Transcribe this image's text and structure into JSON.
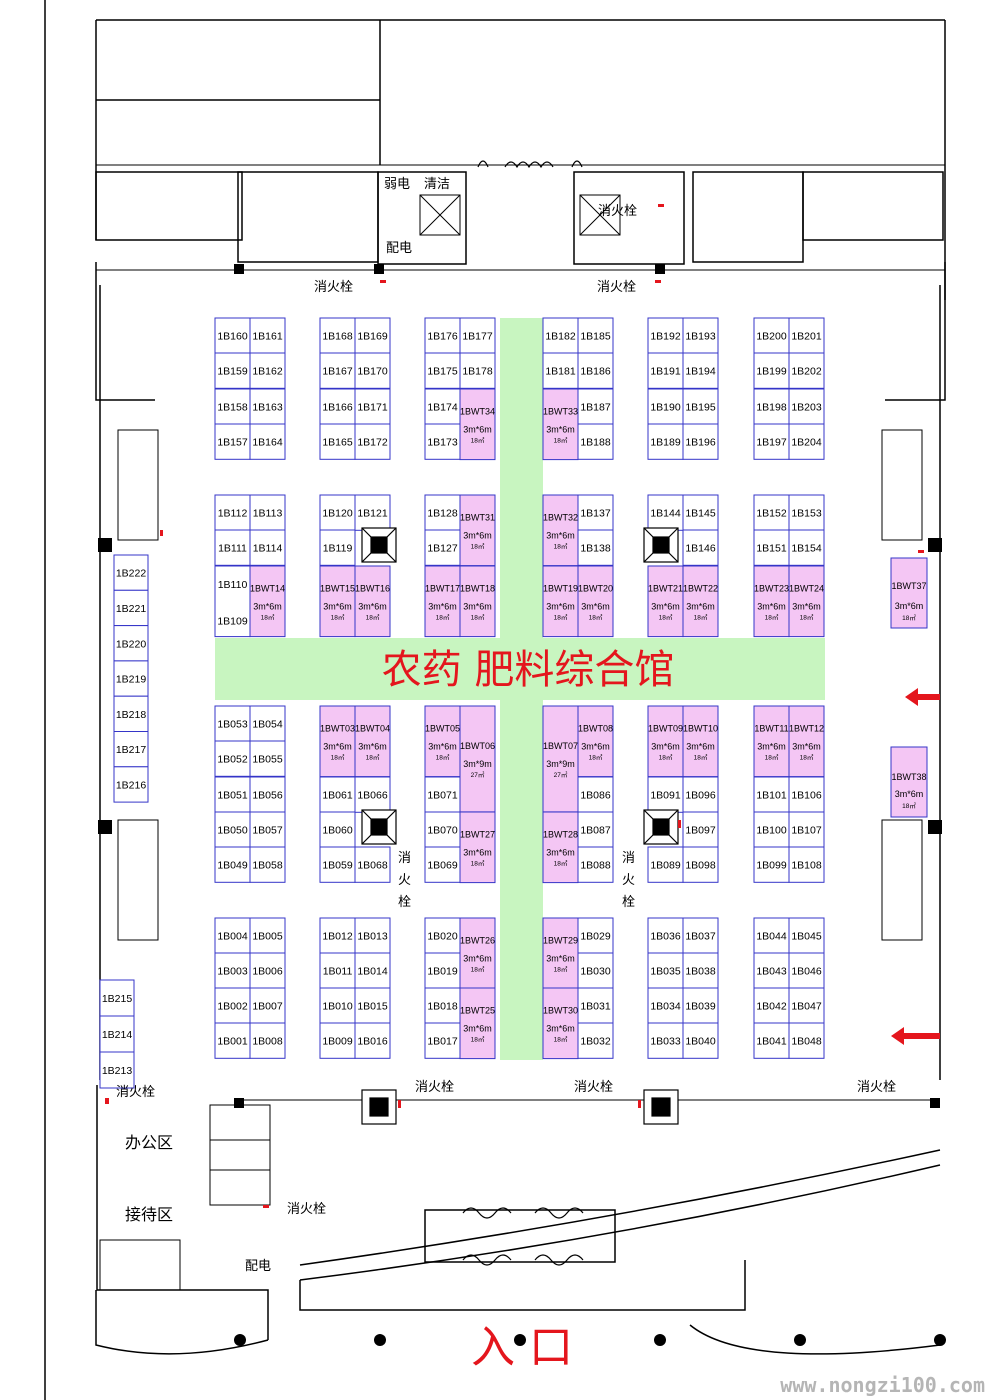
{
  "hall_title": "农药  肥料综合馆",
  "entrance_label": "入  口",
  "watermark": "www.nongzi100.com",
  "colors": {
    "booth_fill": "#ffffff",
    "booth_special_fill": "#f4c6f4",
    "booth_border": "#3535c8",
    "aisle": "#c8f5c0",
    "accent": "#e4161d"
  },
  "rooms": {
    "weak_power": "弱电",
    "cleaning": "清洁",
    "power_dist": "配电",
    "office": "办公区",
    "reception": "接待区",
    "power_dist_2": "配电"
  },
  "hydrant_label": "消火栓",
  "hydrant_vertical": [
    "消",
    "火",
    "栓"
  ],
  "booth_blocks": [
    {
      "block": "top-1",
      "rows": [
        [
          "1B160",
          "1B161"
        ],
        [
          "1B159",
          "1B162"
        ],
        [
          "1B158",
          "1B163"
        ],
        [
          "1B157",
          "1B164"
        ]
      ]
    },
    {
      "block": "top-2",
      "rows": [
        [
          "1B168",
          "1B169"
        ],
        [
          "1B167",
          "1B170"
        ],
        [
          "1B166",
          "1B171"
        ],
        [
          "1B165",
          "1B172"
        ]
      ]
    },
    {
      "block": "top-3",
      "rows": [
        [
          "1B176",
          "1B177"
        ],
        [
          "1B175",
          "1B178"
        ],
        [
          "1B174",
          "1BWT34"
        ],
        [
          "1B173",
          ""
        ]
      ]
    },
    {
      "block": "top-4",
      "rows": [
        [
          "1B182",
          "1B185"
        ],
        [
          "1B181",
          "1B186"
        ],
        [
          "1BWT33",
          "1B187"
        ],
        [
          "",
          "1B188"
        ]
      ]
    },
    {
      "block": "top-5",
      "rows": [
        [
          "1B192",
          "1B193"
        ],
        [
          "1B191",
          "1B194"
        ],
        [
          "1B190",
          "1B195"
        ],
        [
          "1B189",
          "1B196"
        ]
      ]
    },
    {
      "block": "top-6",
      "rows": [
        [
          "1B200",
          "1B201"
        ],
        [
          "1B199",
          "1B202"
        ],
        [
          "1B198",
          "1B203"
        ],
        [
          "1B197",
          "1B204"
        ]
      ]
    }
  ],
  "booths": [
    {
      "id": "1B160",
      "c": 0,
      "r": 0
    },
    {
      "id": "1B161",
      "c": 1,
      "r": 0
    },
    {
      "id": "1B159",
      "c": 0,
      "r": 1
    },
    {
      "id": "1B162",
      "c": 1,
      "r": 1
    },
    {
      "id": "1B158",
      "c": 0,
      "r": 2
    },
    {
      "id": "1B163",
      "c": 1,
      "r": 2
    },
    {
      "id": "1B157",
      "c": 0,
      "r": 3
    },
    {
      "id": "1B164",
      "c": 1,
      "r": 3
    },
    {
      "id": "1B168",
      "c": 2,
      "r": 0
    },
    {
      "id": "1B169",
      "c": 3,
      "r": 0
    },
    {
      "id": "1B167",
      "c": 2,
      "r": 1
    },
    {
      "id": "1B170",
      "c": 3,
      "r": 1
    },
    {
      "id": "1B166",
      "c": 2,
      "r": 2
    },
    {
      "id": "1B171",
      "c": 3,
      "r": 2
    },
    {
      "id": "1B165",
      "c": 2,
      "r": 3
    },
    {
      "id": "1B172",
      "c": 3,
      "r": 3
    },
    {
      "id": "1B176",
      "c": 4,
      "r": 0
    },
    {
      "id": "1B177",
      "c": 5,
      "r": 0
    },
    {
      "id": "1B175",
      "c": 4,
      "r": 1
    },
    {
      "id": "1B178",
      "c": 5,
      "r": 1
    },
    {
      "id": "1B174",
      "c": 4,
      "r": 2
    },
    {
      "id": "1B173",
      "c": 4,
      "r": 3
    },
    {
      "id": "1BWT34",
      "c": 5,
      "r": 2,
      "h": 2,
      "s": 1,
      "size": "3m*6m",
      "area": "18㎡"
    },
    {
      "id": "1B182",
      "c": 6,
      "r": 0
    },
    {
      "id": "1B185",
      "c": 7,
      "r": 0
    },
    {
      "id": "1B181",
      "c": 6,
      "r": 1
    },
    {
      "id": "1B186",
      "c": 7,
      "r": 1
    },
    {
      "id": "1BWT33",
      "c": 6,
      "r": 2,
      "h": 2,
      "s": 1,
      "size": "3m*6m",
      "area": "18㎡"
    },
    {
      "id": "1B187",
      "c": 7,
      "r": 2
    },
    {
      "id": "1B188",
      "c": 7,
      "r": 3
    },
    {
      "id": "1B192",
      "c": 8,
      "r": 0
    },
    {
      "id": "1B193",
      "c": 9,
      "r": 0
    },
    {
      "id": "1B191",
      "c": 8,
      "r": 1
    },
    {
      "id": "1B194",
      "c": 9,
      "r": 1
    },
    {
      "id": "1B190",
      "c": 8,
      "r": 2
    },
    {
      "id": "1B195",
      "c": 9,
      "r": 2
    },
    {
      "id": "1B189",
      "c": 8,
      "r": 3
    },
    {
      "id": "1B196",
      "c": 9,
      "r": 3
    },
    {
      "id": "1B200",
      "c": 10,
      "r": 0
    },
    {
      "id": "1B201",
      "c": 11,
      "r": 0
    },
    {
      "id": "1B199",
      "c": 10,
      "r": 1
    },
    {
      "id": "1B202",
      "c": 11,
      "r": 1
    },
    {
      "id": "1B198",
      "c": 10,
      "r": 2
    },
    {
      "id": "1B203",
      "c": 11,
      "r": 2
    },
    {
      "id": "1B197",
      "c": 10,
      "r": 3
    },
    {
      "id": "1B204",
      "c": 11,
      "r": 3
    },
    {
      "id": "1B112",
      "c": 0,
      "r": 4
    },
    {
      "id": "1B113",
      "c": 1,
      "r": 4
    },
    {
      "id": "1B111",
      "c": 0,
      "r": 5
    },
    {
      "id": "1B114",
      "c": 1,
      "r": 5
    },
    {
      "id": "1B110",
      "c": 0,
      "r": 6,
      "t": "top"
    },
    {
      "id": "1B109",
      "c": 0,
      "r": 6,
      "t": "bottom",
      "noBox": 1
    },
    {
      "id": "1BWT14",
      "c": 1,
      "r": 6,
      "h": 2,
      "s": 1,
      "size": "3m*6m",
      "area": "18㎡"
    },
    {
      "id": "1B120",
      "c": 2,
      "r": 4
    },
    {
      "id": "1B121",
      "c": 3,
      "r": 4
    },
    {
      "id": "1B119",
      "c": 2,
      "r": 5
    },
    {
      "id": "1BWT15",
      "c": 2,
      "r": 6,
      "h": 2,
      "s": 1,
      "size": "3m*6m",
      "area": "18㎡"
    },
    {
      "id": "1BWT16",
      "c": 3,
      "r": 6,
      "h": 2,
      "s": 1,
      "size": "3m*6m",
      "area": "18㎡"
    },
    {
      "id": "1B128",
      "c": 4,
      "r": 4
    },
    {
      "id": "1B127",
      "c": 4,
      "r": 5
    },
    {
      "id": "1BWT31",
      "c": 5,
      "r": 4,
      "h": 2,
      "s": 1,
      "size": "3m*6m",
      "area": "18㎡"
    },
    {
      "id": "1BWT17",
      "c": 4,
      "r": 6,
      "h": 2,
      "s": 1,
      "size": "3m*6m",
      "area": "18㎡"
    },
    {
      "id": "1BWT18",
      "c": 5,
      "r": 6,
      "h": 2,
      "s": 1,
      "size": "3m*6m",
      "area": "18㎡"
    },
    {
      "id": "1BWT32",
      "c": 6,
      "r": 4,
      "h": 2,
      "s": 1,
      "size": "3m*6m",
      "area": "18㎡"
    },
    {
      "id": "1B137",
      "c": 7,
      "r": 4
    },
    {
      "id": "1B138",
      "c": 7,
      "r": 5
    },
    {
      "id": "1BWT19",
      "c": 6,
      "r": 6,
      "h": 2,
      "s": 1,
      "size": "3m*6m",
      "area": "18㎡"
    },
    {
      "id": "1BWT20",
      "c": 7,
      "r": 6,
      "h": 2,
      "s": 1,
      "size": "3m*6m",
      "area": "18㎡"
    },
    {
      "id": "1B144",
      "c": 8,
      "r": 4
    },
    {
      "id": "1B145",
      "c": 9,
      "r": 4
    },
    {
      "id": "1B146",
      "c": 9,
      "r": 5
    },
    {
      "id": "1BWT21",
      "c": 8,
      "r": 6,
      "h": 2,
      "s": 1,
      "size": "3m*6m",
      "area": "18㎡"
    },
    {
      "id": "1BWT22",
      "c": 9,
      "r": 6,
      "h": 2,
      "s": 1,
      "size": "3m*6m",
      "area": "18㎡"
    },
    {
      "id": "1B152",
      "c": 10,
      "r": 4
    },
    {
      "id": "1B153",
      "c": 11,
      "r": 4
    },
    {
      "id": "1B151",
      "c": 10,
      "r": 5
    },
    {
      "id": "1B154",
      "c": 11,
      "r": 5
    },
    {
      "id": "1BWT23",
      "c": 10,
      "r": 6,
      "h": 2,
      "s": 1,
      "size": "3m*6m",
      "area": "18㎡"
    },
    {
      "id": "1BWT24",
      "c": 11,
      "r": 6,
      "h": 2,
      "s": 1,
      "size": "3m*6m",
      "area": "18㎡"
    },
    {
      "id": "1B053",
      "c": 0,
      "r": 8
    },
    {
      "id": "1B054",
      "c": 1,
      "r": 8
    },
    {
      "id": "1B052",
      "c": 0,
      "r": 9
    },
    {
      "id": "1B055",
      "c": 1,
      "r": 9
    },
    {
      "id": "1B051",
      "c": 0,
      "r": 10
    },
    {
      "id": "1B056",
      "c": 1,
      "r": 10
    },
    {
      "id": "1B050",
      "c": 0,
      "r": 11
    },
    {
      "id": "1B057",
      "c": 1,
      "r": 11
    },
    {
      "id": "1B049",
      "c": 0,
      "r": 12
    },
    {
      "id": "1B058",
      "c": 1,
      "r": 12
    },
    {
      "id": "1BWT03",
      "c": 2,
      "r": 8,
      "h": 2,
      "s": 1,
      "size": "3m*6m",
      "area": "18㎡"
    },
    {
      "id": "1BWT04",
      "c": 3,
      "r": 8,
      "h": 2,
      "s": 1,
      "size": "3m*6m",
      "area": "18㎡"
    },
    {
      "id": "1B061",
      "c": 2,
      "r": 10
    },
    {
      "id": "1B066",
      "c": 3,
      "r": 10
    },
    {
      "id": "1B060",
      "c": 2,
      "r": 11
    },
    {
      "id": "1B059",
      "c": 2,
      "r": 12
    },
    {
      "id": "1B068",
      "c": 3,
      "r": 12
    },
    {
      "id": "1BWT05",
      "c": 4,
      "r": 8,
      "h": 2,
      "s": 1,
      "size": "3m*6m",
      "area": "18㎡"
    },
    {
      "id": "1BWT06",
      "c": 5,
      "r": 8,
      "h": 3,
      "s": 1,
      "size": "3m*9m",
      "area": "27㎡"
    },
    {
      "id": "1B071",
      "c": 4,
      "r": 10
    },
    {
      "id": "1B070",
      "c": 4,
      "r": 11
    },
    {
      "id": "1B069",
      "c": 4,
      "r": 12
    },
    {
      "id": "1BWT27",
      "c": 5,
      "r": 11,
      "h": 2,
      "s": 1,
      "size": "3m*6m",
      "area": "18㎡"
    },
    {
      "id": "1BWT07",
      "c": 6,
      "r": 8,
      "h": 3,
      "s": 1,
      "size": "3m*9m",
      "area": "27㎡"
    },
    {
      "id": "1BWT08",
      "c": 7,
      "r": 8,
      "h": 2,
      "s": 1,
      "size": "3m*6m",
      "area": "18㎡"
    },
    {
      "id": "1B086",
      "c": 7,
      "r": 10
    },
    {
      "id": "1B087",
      "c": 7,
      "r": 11
    },
    {
      "id": "1B088",
      "c": 7,
      "r": 12
    },
    {
      "id": "1BWT28",
      "c": 6,
      "r": 11,
      "h": 2,
      "s": 1,
      "size": "3m*6m",
      "area": "18㎡"
    },
    {
      "id": "1BWT09",
      "c": 8,
      "r": 8,
      "h": 2,
      "s": 1,
      "size": "3m*6m",
      "area": "18㎡"
    },
    {
      "id": "1BWT10",
      "c": 9,
      "r": 8,
      "h": 2,
      "s": 1,
      "size": "3m*6m",
      "area": "18㎡"
    },
    {
      "id": "1B091",
      "c": 8,
      "r": 10
    },
    {
      "id": "1B096",
      "c": 9,
      "r": 10
    },
    {
      "id": "1B097",
      "c": 9,
      "r": 11
    },
    {
      "id": "1B089",
      "c": 8,
      "r": 12
    },
    {
      "id": "1B098",
      "c": 9,
      "r": 12
    },
    {
      "id": "1BWT11",
      "c": 10,
      "r": 8,
      "h": 2,
      "s": 1,
      "size": "3m*6m",
      "area": "18㎡"
    },
    {
      "id": "1BWT12",
      "c": 11,
      "r": 8,
      "h": 2,
      "s": 1,
      "size": "3m*6m",
      "area": "18㎡"
    },
    {
      "id": "1B101",
      "c": 10,
      "r": 10
    },
    {
      "id": "1B106",
      "c": 11,
      "r": 10
    },
    {
      "id": "1B100",
      "c": 10,
      "r": 11
    },
    {
      "id": "1B107",
      "c": 11,
      "r": 11
    },
    {
      "id": "1B099",
      "c": 10,
      "r": 12
    },
    {
      "id": "1B108",
      "c": 11,
      "r": 12
    },
    {
      "id": "1B004",
      "c": 0,
      "r": 13
    },
    {
      "id": "1B005",
      "c": 1,
      "r": 13
    },
    {
      "id": "1B003",
      "c": 0,
      "r": 14
    },
    {
      "id": "1B006",
      "c": 1,
      "r": 14
    },
    {
      "id": "1B002",
      "c": 0,
      "r": 15
    },
    {
      "id": "1B007",
      "c": 1,
      "r": 15
    },
    {
      "id": "1B001",
      "c": 0,
      "r": 16
    },
    {
      "id": "1B008",
      "c": 1,
      "r": 16
    },
    {
      "id": "1B012",
      "c": 2,
      "r": 13
    },
    {
      "id": "1B013",
      "c": 3,
      "r": 13
    },
    {
      "id": "1B011",
      "c": 2,
      "r": 14
    },
    {
      "id": "1B014",
      "c": 3,
      "r": 14
    },
    {
      "id": "1B010",
      "c": 2,
      "r": 15
    },
    {
      "id": "1B015",
      "c": 3,
      "r": 15
    },
    {
      "id": "1B009",
      "c": 2,
      "r": 16
    },
    {
      "id": "1B016",
      "c": 3,
      "r": 16
    },
    {
      "id": "1B020",
      "c": 4,
      "r": 13
    },
    {
      "id": "1B019",
      "c": 4,
      "r": 14
    },
    {
      "id": "1B018",
      "c": 4,
      "r": 15
    },
    {
      "id": "1B017",
      "c": 4,
      "r": 16
    },
    {
      "id": "1BWT26",
      "c": 5,
      "r": 13,
      "h": 2,
      "s": 1,
      "size": "3m*6m",
      "area": "18㎡"
    },
    {
      "id": "1BWT25",
      "c": 5,
      "r": 15,
      "h": 2,
      "s": 1,
      "size": "3m*6m",
      "area": "18㎡"
    },
    {
      "id": "1BWT29",
      "c": 6,
      "r": 13,
      "h": 2,
      "s": 1,
      "size": "3m*6m",
      "area": "18㎡"
    },
    {
      "id": "1BWT30",
      "c": 6,
      "r": 15,
      "h": 2,
      "s": 1,
      "size": "3m*6m",
      "area": "18㎡"
    },
    {
      "id": "1B029",
      "c": 7,
      "r": 13
    },
    {
      "id": "1B030",
      "c": 7,
      "r": 14
    },
    {
      "id": "1B031",
      "c": 7,
      "r": 15
    },
    {
      "id": "1B032",
      "c": 7,
      "r": 16
    },
    {
      "id": "1B036",
      "c": 8,
      "r": 13
    },
    {
      "id": "1B037",
      "c": 9,
      "r": 13
    },
    {
      "id": "1B035",
      "c": 8,
      "r": 14
    },
    {
      "id": "1B038",
      "c": 9,
      "r": 14
    },
    {
      "id": "1B034",
      "c": 8,
      "r": 15
    },
    {
      "id": "1B039",
      "c": 9,
      "r": 15
    },
    {
      "id": "1B033",
      "c": 8,
      "r": 16
    },
    {
      "id": "1B040",
      "c": 9,
      "r": 16
    },
    {
      "id": "1B044",
      "c": 10,
      "r": 13
    },
    {
      "id": "1B045",
      "c": 11,
      "r": 13
    },
    {
      "id": "1B043",
      "c": 10,
      "r": 14
    },
    {
      "id": "1B046",
      "c": 11,
      "r": 14
    },
    {
      "id": "1B042",
      "c": 10,
      "r": 15
    },
    {
      "id": "1B047",
      "c": 11,
      "r": 15
    },
    {
      "id": "1B041",
      "c": 10,
      "r": 16
    },
    {
      "id": "1B048",
      "c": 11,
      "r": 16
    }
  ],
  "side_booths_left": [
    "1B222",
    "1B221",
    "1B220",
    "1B219",
    "1B218",
    "1B217",
    "1B216"
  ],
  "side_booths_left_lower": [
    "1B215",
    "1B214",
    "1B213"
  ],
  "side_booth_right_1": {
    "id": "1BWT37",
    "size": "3m*6m",
    "area": "18㎡"
  },
  "side_booth_right_2": {
    "id": "1BWT38",
    "size": "3m*6m",
    "area": "18㎡"
  }
}
